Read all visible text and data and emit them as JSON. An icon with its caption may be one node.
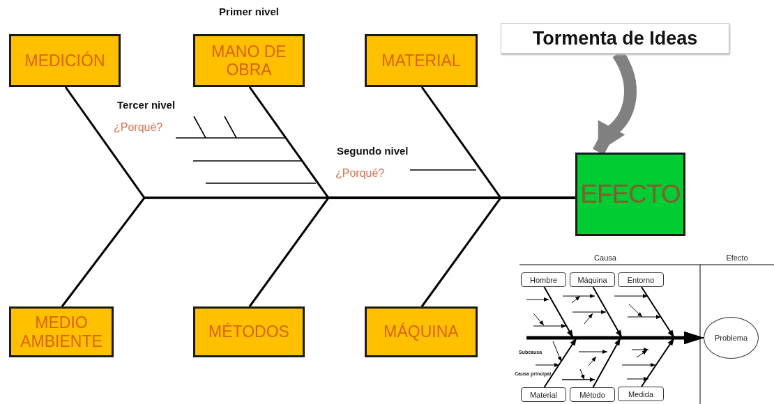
{
  "diagram": {
    "nodes": [
      {
        "text": [
          "MEDICIÓN"
        ]
      },
      {
        "text": [
          "MANO DE OBRA"
        ]
      },
      {
        "text": [
          "MATERIAL"
        ]
      },
      {
        "text": [
          "Tormenta de Ideas"
        ]
      },
      {
        "text": [
          "EFECTO"
        ]
      },
      {
        "text": [
          "MEDIO AMBIENTE"
        ]
      },
      {
        "text": [
          "MÉTODOS"
        ]
      },
      {
        "text": [
          "MÁQUINA"
        ]
      },
      {
        "text": [
          "Hombre"
        ]
      },
      {
        "text": [
          "Máquina"
        ]
      },
      {
        "text": [
          "Entorno"
        ]
      },
      {
        "text": [
          "Problema"
        ]
      },
      {
        "text": [
          "Material"
        ]
      },
      {
        "text": [
          "Método"
        ]
      },
      {
        "text": [
          "Medida"
        ]
      }
    ],
    "edges": [
      {
        "from": 0,
        "to": 4,
        "arrow": "none"
      },
      {
        "from": 5,
        "to": 4,
        "arrow": "none"
      },
      {
        "from": 1,
        "to": 4,
        "arrow": "none"
      },
      {
        "from": 6,
        "to": 4,
        "arrow": "none"
      },
      {
        "from": 2,
        "to": 4,
        "arrow": "none"
      },
      {
        "from": 7,
        "to": 4,
        "arrow": "none"
      },
      {
        "from": 3,
        "to": 4,
        "arrow": "to",
        "style": "thick",
        "color": "#808080"
      },
      {
        "from": 8,
        "to": 11,
        "arrow": "to"
      },
      {
        "from": 12,
        "to": 11,
        "arrow": "to"
      },
      {
        "from": 9,
        "to": 11,
        "arrow": "to"
      },
      {
        "from": 13,
        "to": 11,
        "arrow": "to"
      },
      {
        "from": 10,
        "to": 11,
        "arrow": "to"
      },
      {
        "from": 14,
        "to": 11,
        "arrow": "to"
      }
    ],
    "labels": [
      "Primer nivel",
      "Tercer nivel",
      "¿Porqué?",
      "Segundo nivel",
      "¿Porqué?",
      "Causa",
      "Efecto",
      "Subcausa",
      "Causa principal"
    ]
  }
}
